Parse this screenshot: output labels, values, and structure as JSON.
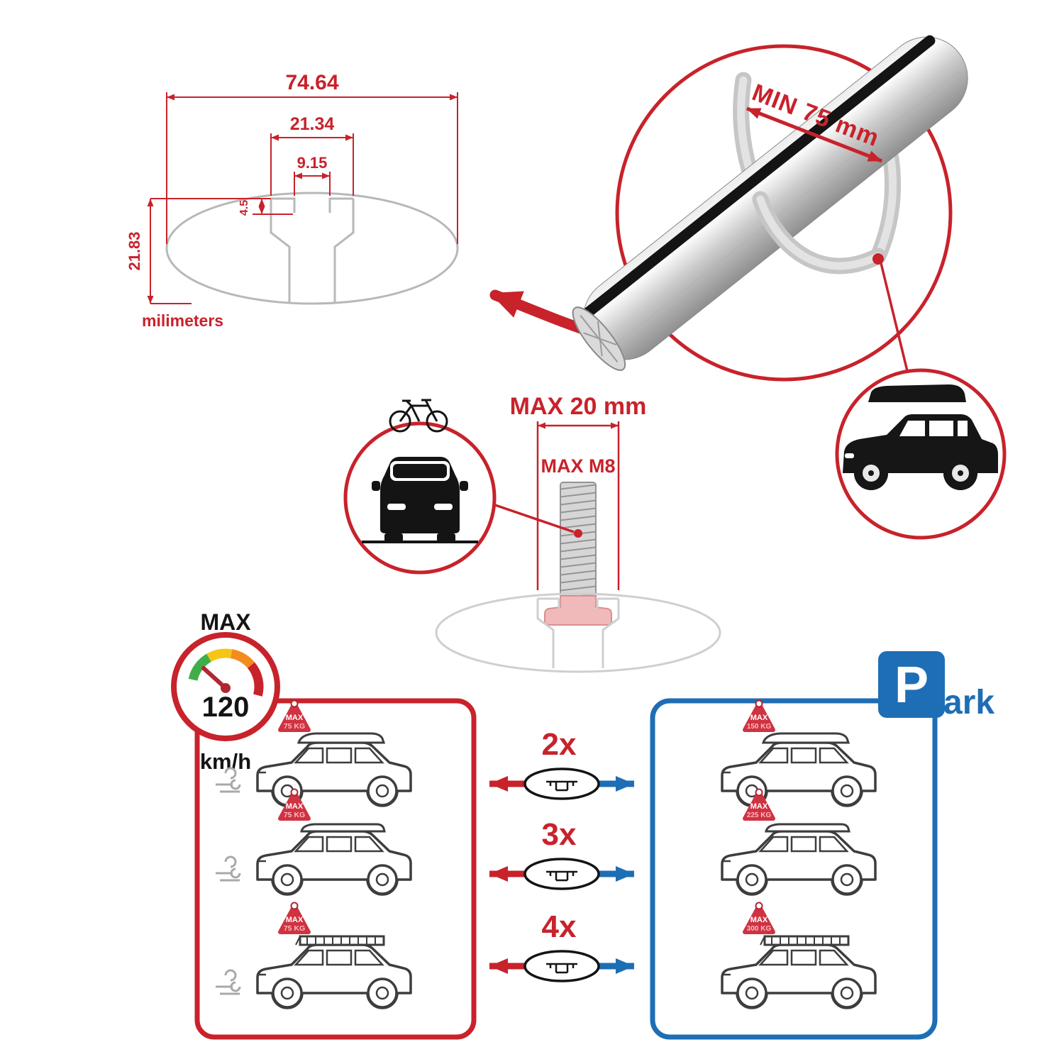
{
  "colors": {
    "red": "#c8222b",
    "blue": "#1e6eb5",
    "gray": "#b8b8b8",
    "black": "#141414",
    "badge": "#cf3341"
  },
  "profile_dims": {
    "width": "74.64",
    "channel_outer": "21.34",
    "channel_opening": "9.15",
    "lip_depth": "4.5",
    "height": "21.83",
    "unit_label": "milimeters"
  },
  "clamp_detail": {
    "min_span_label": "MIN 75 mm"
  },
  "bolt_detail": {
    "max_width_label": "MAX 20 mm",
    "max_thread_label": "MAX M8"
  },
  "speed_limit": {
    "top_label": "MAX",
    "value": "120",
    "unit": "km/h"
  },
  "driving_panel": {
    "cars": [
      {
        "badge_line1": "MAX",
        "badge_line2": "75 KG"
      },
      {
        "badge_line1": "MAX",
        "badge_line2": "75 KG"
      },
      {
        "badge_line1": "MAX",
        "badge_line2": "75 KG"
      }
    ]
  },
  "bar_counts": [
    "2x",
    "3x",
    "4x"
  ],
  "parking_panel": {
    "sign_letter": "P",
    "sign_suffix": "ark",
    "cars": [
      {
        "badge_line1": "MAX",
        "badge_line2": "150 KG"
      },
      {
        "badge_line1": "MAX",
        "badge_line2": "225 KG"
      },
      {
        "badge_line1": "MAX",
        "badge_line2": "300 KG"
      }
    ]
  }
}
